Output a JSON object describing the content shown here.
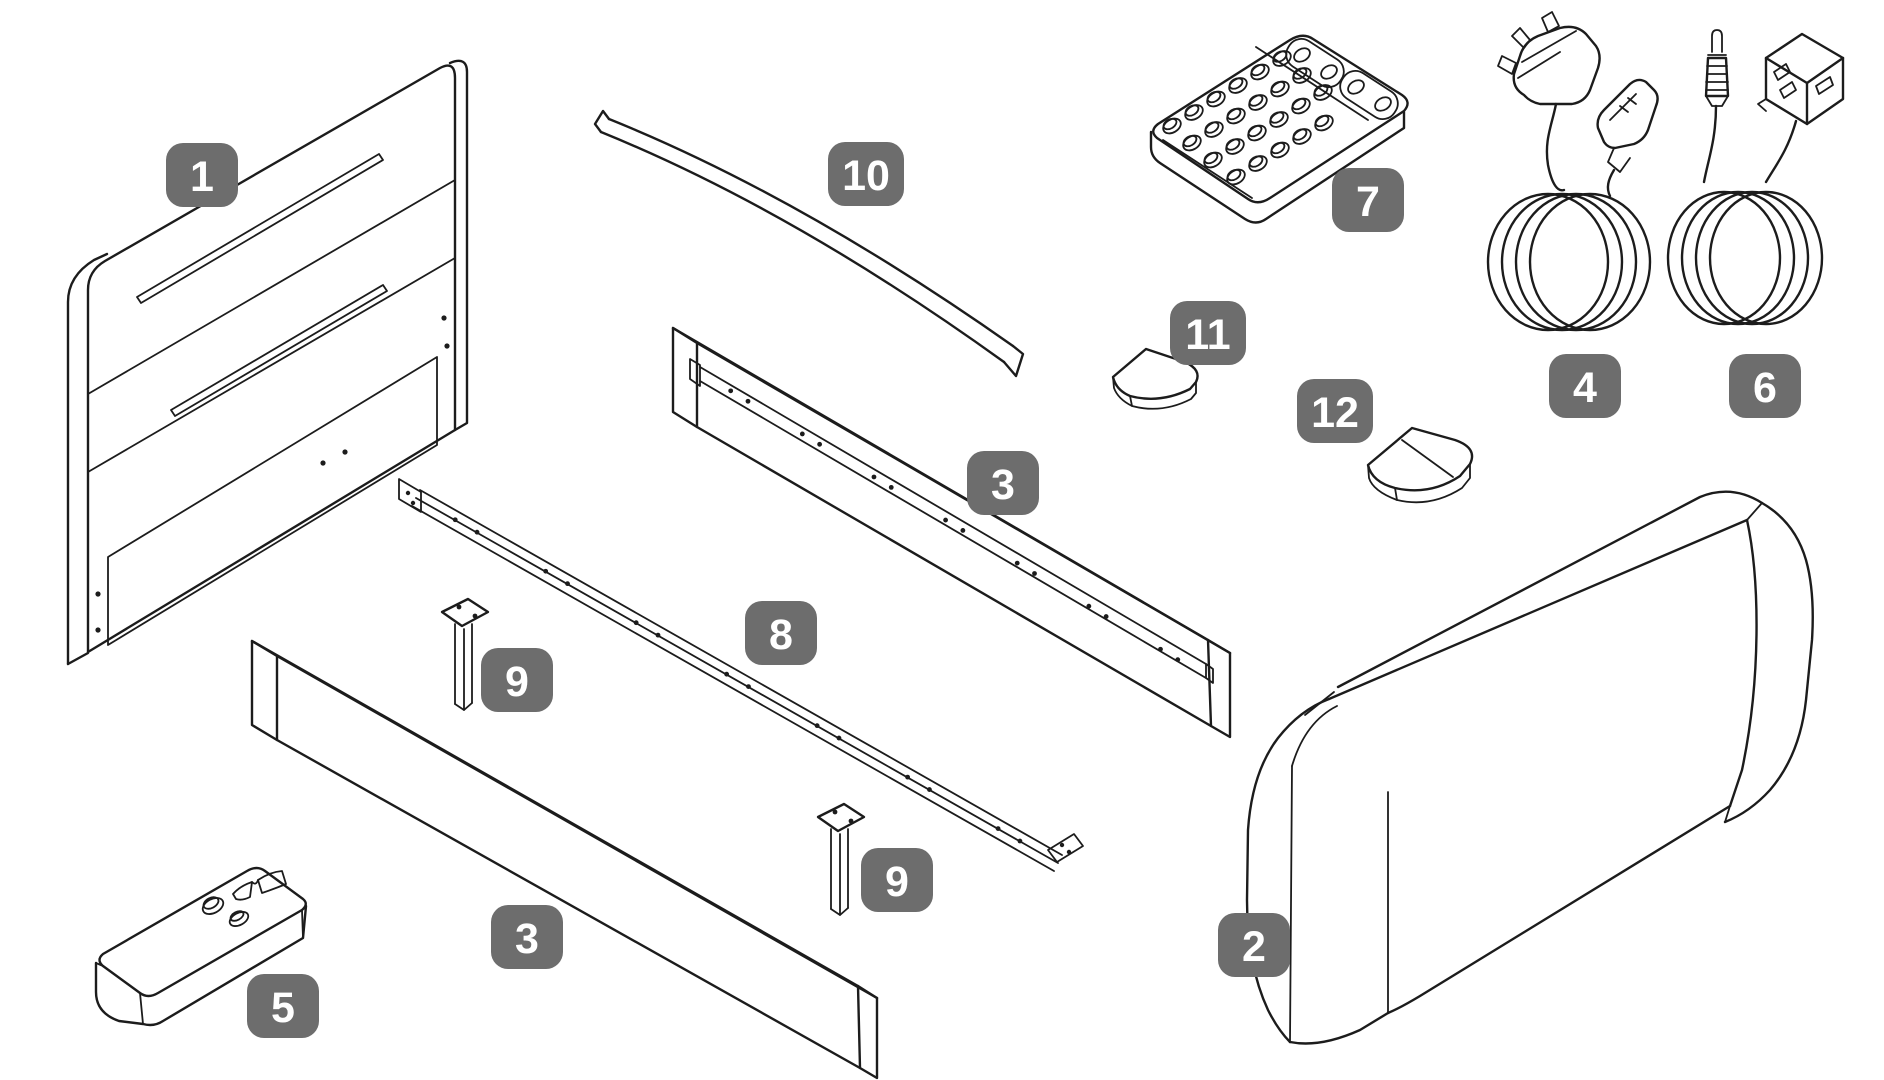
{
  "diagram": {
    "type": "exploded-assembly-diagram",
    "background_color": "#ffffff",
    "line_color": "#1c1c1c",
    "badge_color": "#6d6d6d",
    "badge_text_color": "#ffffff",
    "labels": {
      "l1": "1",
      "l2": "2",
      "l3a": "3",
      "l3b": "3",
      "l4": "4",
      "l5": "5",
      "l6": "6",
      "l7": "7",
      "l8": "8",
      "l9a": "9",
      "l9b": "9",
      "l10": "10",
      "l11": "11",
      "l12": "12"
    }
  }
}
